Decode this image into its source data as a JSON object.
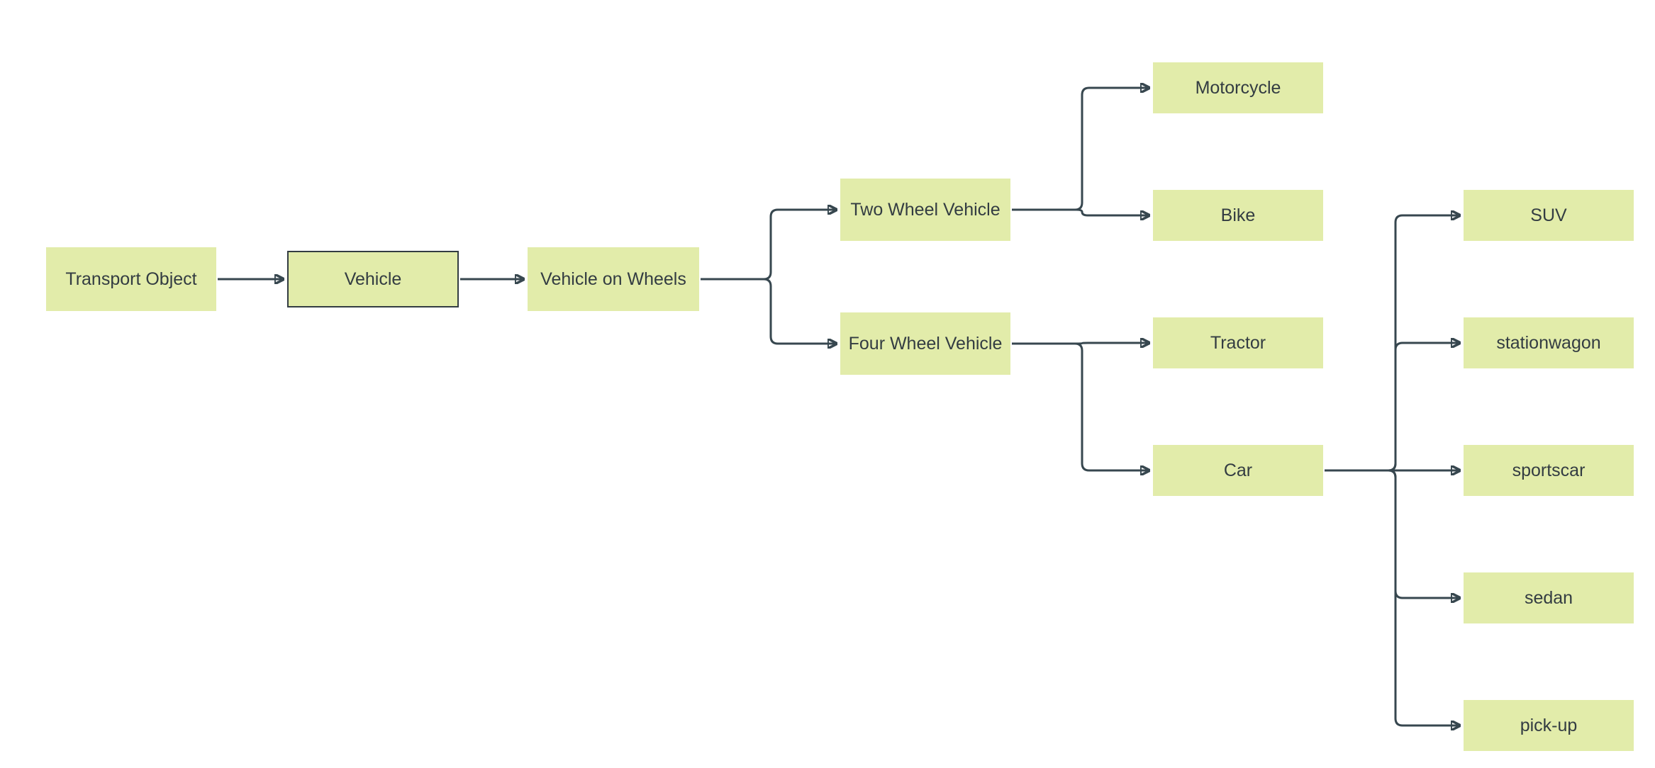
{
  "diagram": {
    "title": "Vehicle taxonomy flowchart",
    "background_color": "#ffffff",
    "node_fill_color": "#e2ecaa",
    "node_text_color": "#333c42",
    "edge_color": "#37474f",
    "nodes": {
      "transport_object": {
        "label": "Transport Object"
      },
      "vehicle": {
        "label": "Vehicle"
      },
      "vehicle_on_wheels": {
        "label": "Vehicle on Wheels"
      },
      "two_wheel_vehicle": {
        "label": "Two Wheel Vehicle"
      },
      "four_wheel_vehicle": {
        "label": "Four Wheel Vehicle"
      },
      "motorcycle": {
        "label": "Motorcycle"
      },
      "bike": {
        "label": "Bike"
      },
      "tractor": {
        "label": "Tractor"
      },
      "car": {
        "label": "Car"
      },
      "suv": {
        "label": "SUV"
      },
      "stationwagon": {
        "label": "stationwagon"
      },
      "sportscar": {
        "label": "sportscar"
      },
      "sedan": {
        "label": "sedan"
      },
      "pick_up": {
        "label": "pick-up"
      }
    },
    "edges": [
      {
        "from": "transport_object",
        "to": "vehicle"
      },
      {
        "from": "vehicle",
        "to": "vehicle_on_wheels"
      },
      {
        "from": "vehicle_on_wheels",
        "to": "two_wheel_vehicle"
      },
      {
        "from": "vehicle_on_wheels",
        "to": "four_wheel_vehicle"
      },
      {
        "from": "two_wheel_vehicle",
        "to": "motorcycle"
      },
      {
        "from": "two_wheel_vehicle",
        "to": "bike"
      },
      {
        "from": "four_wheel_vehicle",
        "to": "tractor"
      },
      {
        "from": "four_wheel_vehicle",
        "to": "car"
      },
      {
        "from": "car",
        "to": "suv"
      },
      {
        "from": "car",
        "to": "stationwagon"
      },
      {
        "from": "car",
        "to": "sportscar"
      },
      {
        "from": "car",
        "to": "sedan"
      },
      {
        "from": "car",
        "to": "pick_up"
      }
    ]
  }
}
